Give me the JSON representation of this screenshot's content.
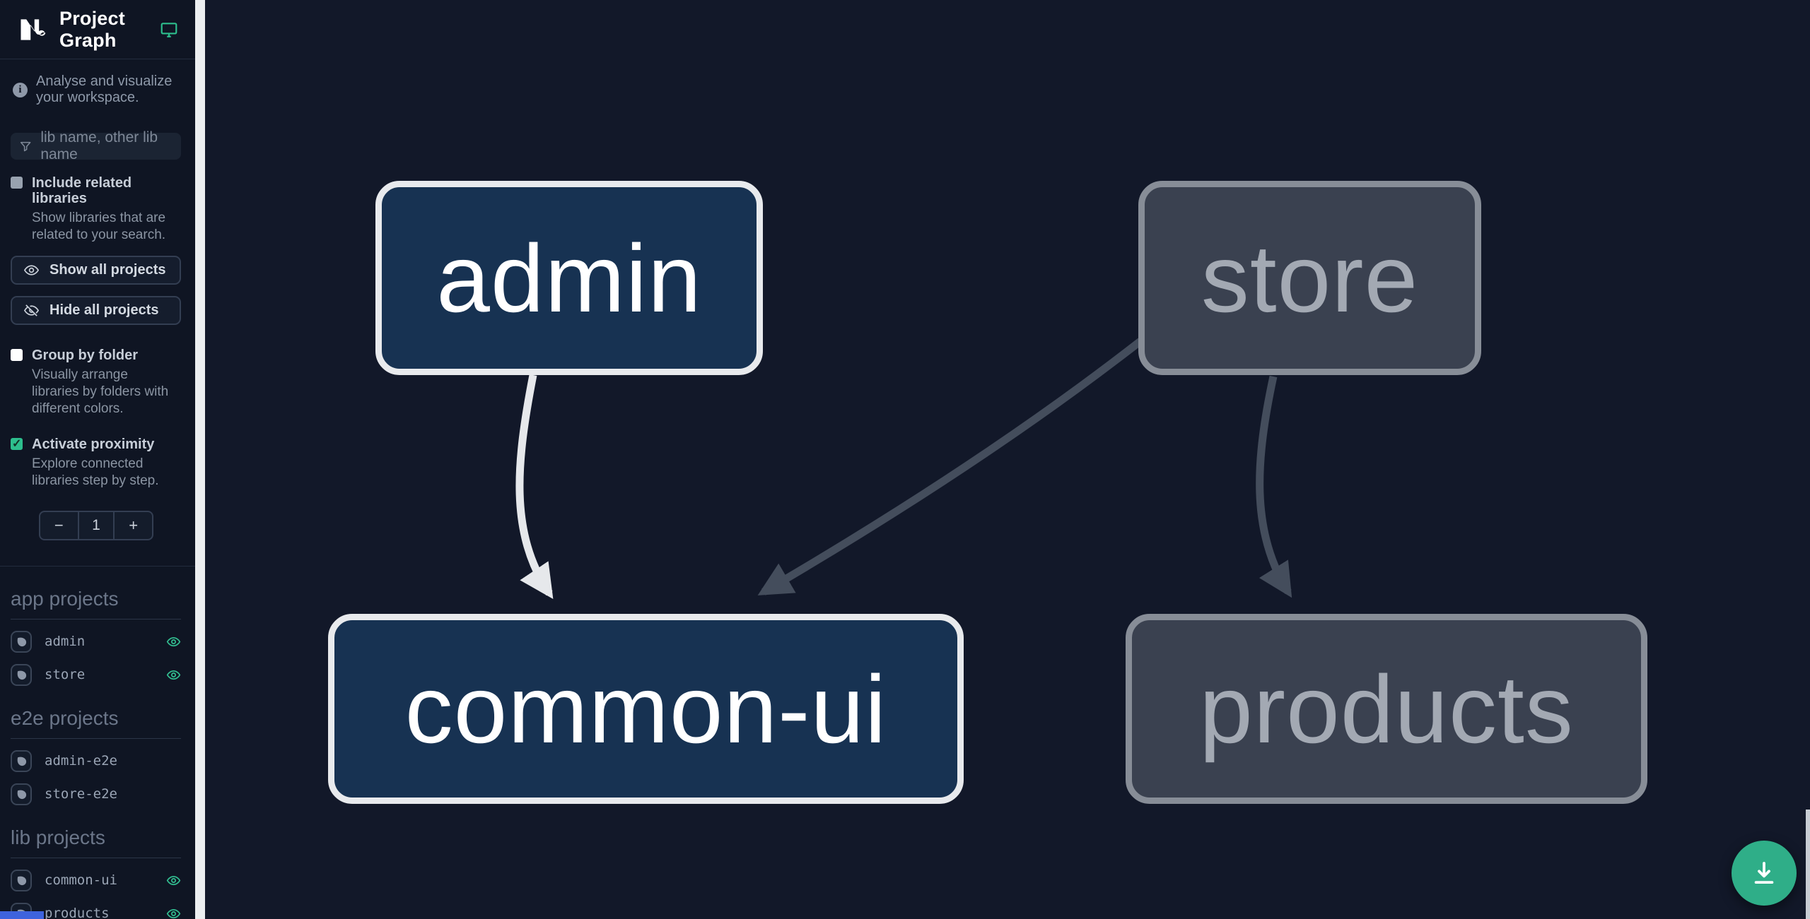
{
  "header": {
    "title": "Project Graph"
  },
  "intro": {
    "text": "Analyse and visualize your workspace."
  },
  "search": {
    "placeholder": "lib name, other lib name"
  },
  "controls": {
    "include_related": {
      "label": "Include related libraries",
      "description": "Show libraries that are related to your search.",
      "checked": false
    },
    "show_all": "Show all projects",
    "hide_all": "Hide all projects",
    "group_by_folder": {
      "label": "Group by folder",
      "description": "Visually arrange libraries by folders with different colors.",
      "checked": false
    },
    "activate_proximity": {
      "label": "Activate proximity",
      "description": "Explore connected libraries step by step.",
      "checked": true
    },
    "proximity": {
      "decrement": "−",
      "value": "1",
      "increment": "+"
    }
  },
  "project_sections": [
    {
      "heading": "app projects",
      "items": [
        {
          "name": "admin",
          "eye_visible": true
        },
        {
          "name": "store",
          "eye_visible": true
        }
      ]
    },
    {
      "heading": "e2e projects",
      "items": [
        {
          "name": "admin-e2e",
          "eye_visible": false
        },
        {
          "name": "store-e2e",
          "eye_visible": false
        }
      ]
    },
    {
      "heading": "lib projects",
      "items": [
        {
          "name": "common-ui",
          "eye_visible": true
        },
        {
          "name": "products",
          "eye_visible": true
        }
      ]
    }
  ],
  "graph": {
    "nodes": [
      {
        "label": "admin",
        "state": "focused"
      },
      {
        "label": "store",
        "state": "dimmed"
      },
      {
        "label": "common-ui",
        "state": "focused"
      },
      {
        "label": "products",
        "state": "dimmed"
      }
    ],
    "edges": [
      {
        "from": "admin",
        "to": "common-ui",
        "state": "highlighted"
      },
      {
        "from": "store",
        "to": "common-ui",
        "state": "dimmed"
      },
      {
        "from": "store",
        "to": "products",
        "state": "dimmed"
      }
    ]
  },
  "colors": {
    "accent_teal": "#2dbe8d",
    "focused_node_fill": "#173252",
    "focused_node_border": "#e8eaed",
    "dimmed_node_fill": "#3a4150",
    "dimmed_node_border": "#878d97",
    "edge_highlight": "#e6e8eb",
    "edge_dimmed": "#444d5c",
    "sidebar_bg": "#0f1523",
    "canvas_bg": "#121829",
    "scrollbar_blue": "#3e63dd"
  }
}
